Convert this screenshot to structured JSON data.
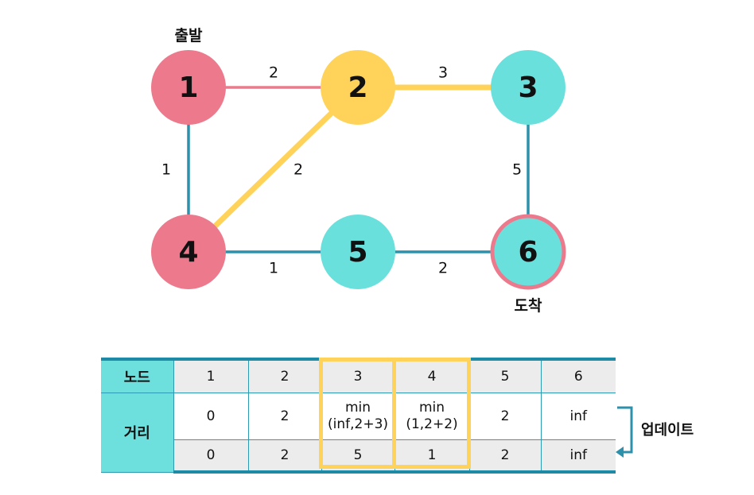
{
  "graph": {
    "start_label": "출발",
    "end_label": "도착",
    "nodes": [
      {
        "id": "1",
        "color": "#ec7a8c"
      },
      {
        "id": "2",
        "color": "#ffd35a"
      },
      {
        "id": "3",
        "color": "#6ae0dd"
      },
      {
        "id": "4",
        "color": "#ec7a8c"
      },
      {
        "id": "5",
        "color": "#6ae0dd"
      },
      {
        "id": "6",
        "color": "#6ae0dd",
        "ring_color": "#ec7a8c"
      }
    ],
    "edges": [
      {
        "from": "1",
        "to": "2",
        "weight": "2",
        "color": "#ec7a8c"
      },
      {
        "from": "2",
        "to": "3",
        "weight": "3",
        "color": "#ffd35a"
      },
      {
        "from": "1",
        "to": "4",
        "weight": "1",
        "color": "#2d91ac"
      },
      {
        "from": "2",
        "to": "4",
        "weight": "2",
        "color": "#ffd35a"
      },
      {
        "from": "3",
        "to": "6",
        "weight": "5",
        "color": "#2d91ac"
      },
      {
        "from": "4",
        "to": "5",
        "weight": "1",
        "color": "#2d91ac"
      },
      {
        "from": "5",
        "to": "6",
        "weight": "2",
        "color": "#2d91ac"
      }
    ]
  },
  "table": {
    "node_header": "노드",
    "distance_header": "거리",
    "nodes": [
      "1",
      "2",
      "3",
      "4",
      "5",
      "6"
    ],
    "min_row": [
      {
        "line1": "0",
        "line2": ""
      },
      {
        "line1": "2",
        "line2": ""
      },
      {
        "line1": "min",
        "line2": "(inf,2+3)"
      },
      {
        "line1": "min",
        "line2": "(1,2+2)"
      },
      {
        "line1": "2",
        "line2": ""
      },
      {
        "line1": "inf",
        "line2": ""
      }
    ],
    "updated_row": [
      "0",
      "2",
      "5",
      "1",
      "2",
      "inf"
    ],
    "highlight_color": "#ffd35a",
    "header_color": "#6de0dd",
    "border_color": "#1f8aa6"
  },
  "update_label": "업데이트"
}
